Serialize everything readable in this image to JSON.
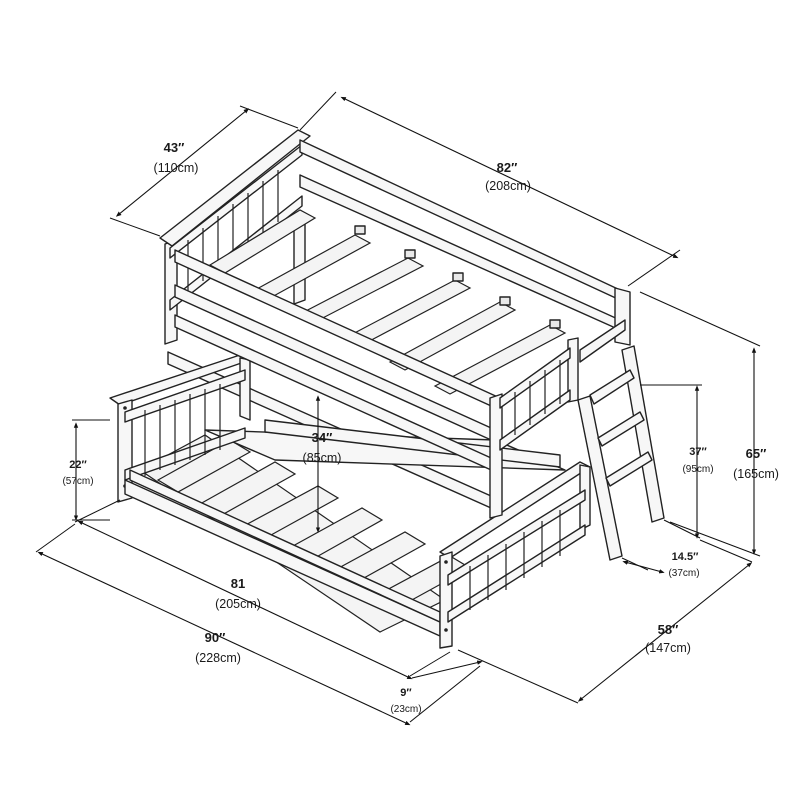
{
  "dimensions": {
    "top_width": {
      "inches": "43″",
      "cm": "(110cm)"
    },
    "top_length": {
      "inches": "82″",
      "cm": "(208cm)"
    },
    "total_height": {
      "inches": "65″",
      "cm": "(165cm)"
    },
    "ladder_height": {
      "inches": "37″",
      "cm": "(95cm)"
    },
    "ladder_depth": {
      "inches": "14.5″",
      "cm": "(37cm)"
    },
    "total_depth": {
      "inches": "58″",
      "cm": "(147cm)"
    },
    "bottom_clearance": {
      "inches": "34″",
      "cm": "(85cm)"
    },
    "bottom_rail_height": {
      "inches": "22″",
      "cm": "(57cm)"
    },
    "bottom_mattress_length": {
      "inches": "81",
      "cm": "(205cm)"
    },
    "overall_length": {
      "inches": "90″",
      "cm": "(228cm)"
    },
    "offset": {
      "inches": "9″",
      "cm": "(23cm)"
    }
  }
}
